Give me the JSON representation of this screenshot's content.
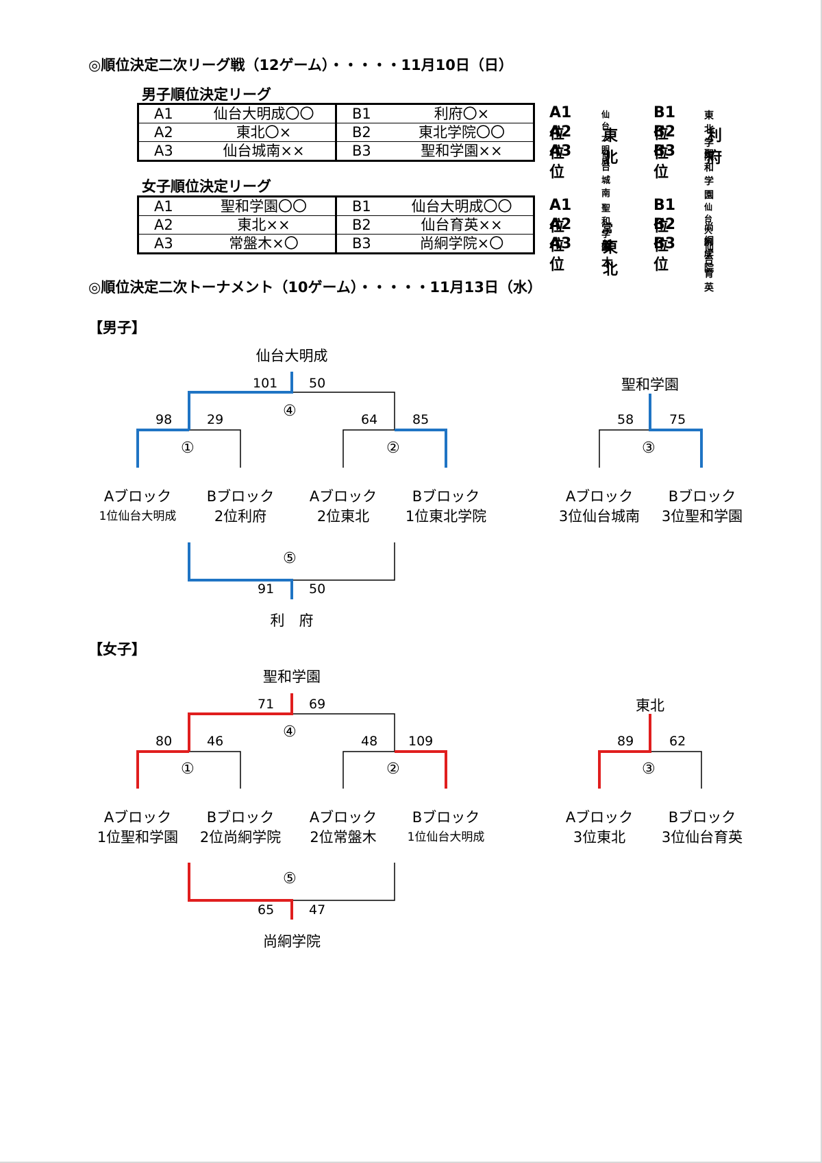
{
  "header": {
    "league_title": "◎順位決定二次リーグ戦（12ゲーム）・・・・・11月10日（日）",
    "tournament_title": "◎順位決定二次トーナメント（10ゲーム）・・・・・11月13日（水）"
  },
  "boys_league": {
    "title": "男子順位決定リーグ",
    "rows": [
      {
        "a_code": "A1",
        "a_team": "仙台大明成〇〇",
        "b_code": "B1",
        "b_team": "利府〇×"
      },
      {
        "a_code": "A2",
        "a_team": "東北〇×",
        "b_code": "B2",
        "b_team": "東北学院〇〇"
      },
      {
        "a_code": "A3",
        "a_team": "仙台城南××",
        "b_code": "B3",
        "b_team": "聖和学園××"
      }
    ],
    "results": [
      {
        "a_label": "A1位",
        "a_name": "仙台大明成",
        "b_label": "B1位",
        "b_name": "東北学院"
      },
      {
        "a_label": "A2位",
        "a_name": "東北",
        "b_label": "B2位",
        "b_name": "利府"
      },
      {
        "a_label": "A3位",
        "a_name": "仙台城南",
        "b_label": "B3位",
        "b_name": "聖和学園"
      }
    ]
  },
  "girls_league": {
    "title": "女子順位決定リーグ",
    "rows": [
      {
        "a_code": "A1",
        "a_team": "聖和学園〇〇",
        "b_code": "B1",
        "b_team": "仙台大明成〇〇"
      },
      {
        "a_code": "A2",
        "a_team": "東北××",
        "b_code": "B2",
        "b_team": "仙台育英××"
      },
      {
        "a_code": "A3",
        "a_team": "常盤木×〇",
        "b_code": "B3",
        "b_team": "尚絅学院×〇"
      }
    ],
    "results": [
      {
        "a_label": "A1位",
        "a_name": "聖和学園",
        "b_label": "B1位",
        "b_name": "仙台大明成"
      },
      {
        "a_label": "A2位",
        "a_name": "常盤木",
        "b_label": "B2位",
        "b_name": "尚絅学院"
      },
      {
        "a_label": "A3位",
        "a_name": "東北",
        "b_label": "B3位",
        "b_name": "仙台育英"
      }
    ]
  },
  "boys_bracket": {
    "label": "【男子】",
    "champion": "仙台大明成",
    "game4": {
      "mark": "④",
      "left_score": "101",
      "right_score": "50"
    },
    "game1": {
      "mark": "①",
      "left_score": "98",
      "right_score": "29"
    },
    "game2": {
      "mark": "②",
      "left_score": "64",
      "right_score": "85"
    },
    "game5": {
      "mark": "⑤",
      "left_score": "91",
      "right_score": "50",
      "winner": "利　府"
    },
    "game3": {
      "mark": "③",
      "left_score": "58",
      "right_score": "75",
      "winner": "聖和学園"
    },
    "slots": [
      {
        "block": "Aブロック",
        "team": "1位仙台大明成"
      },
      {
        "block": "Bブロック",
        "team": "2位利府"
      },
      {
        "block": "Aブロック",
        "team": "2位東北"
      },
      {
        "block": "Bブロック",
        "team": "1位東北学院"
      },
      {
        "block": "Aブロック",
        "team": "3位仙台城南"
      },
      {
        "block": "Bブロック",
        "team": "3位聖和学園"
      }
    ],
    "line_color": "#1f74c4"
  },
  "girls_bracket": {
    "label": "【女子】",
    "champion": "聖和学園",
    "game4": {
      "mark": "④",
      "left_score": "71",
      "right_score": "69"
    },
    "game1": {
      "mark": "①",
      "left_score": "80",
      "right_score": "46"
    },
    "game2": {
      "mark": "②",
      "left_score": "48",
      "right_score": "109"
    },
    "game5": {
      "mark": "⑤",
      "left_score": "65",
      "right_score": "47",
      "winner": "尚絅学院"
    },
    "game3": {
      "mark": "③",
      "left_score": "89",
      "right_score": "62",
      "winner": "東北"
    },
    "slots": [
      {
        "block": "Aブロック",
        "team": "1位聖和学園"
      },
      {
        "block": "Bブロック",
        "team": "2位尚絅学院"
      },
      {
        "block": "Aブロック",
        "team": "2位常盤木"
      },
      {
        "block": "Bブロック",
        "team": "1位仙台大明成"
      },
      {
        "block": "Aブロック",
        "team": "3位東北"
      },
      {
        "block": "Bブロック",
        "team": "3位仙台育英"
      }
    ],
    "line_color": "#e01e1e"
  }
}
